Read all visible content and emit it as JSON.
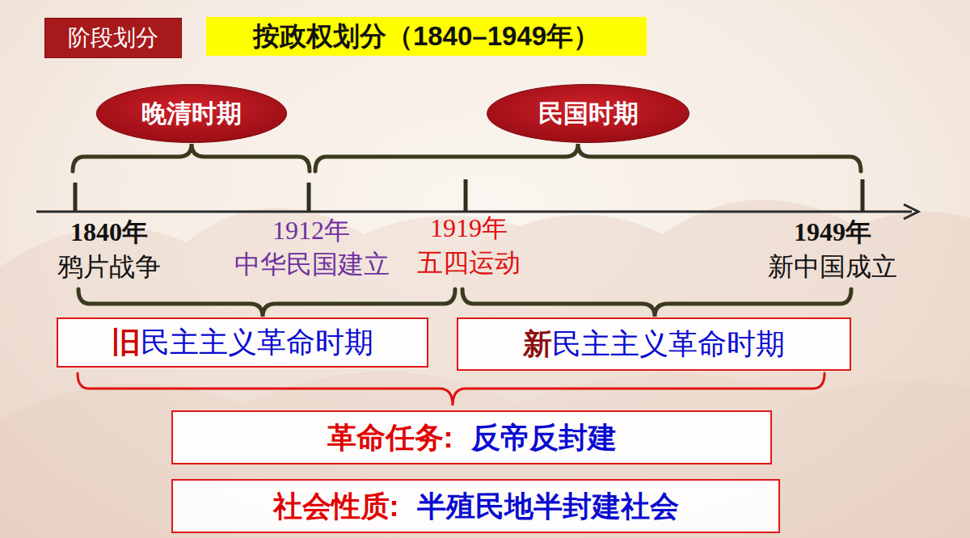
{
  "diagram": {
    "nodes": [
      {
        "text": [
          "阶段划分"
        ]
      },
      {
        "text": [
          "按政权划分（1840–1949年）"
        ]
      },
      {
        "text": [
          "晚清时期"
        ]
      },
      {
        "text": [
          "民国时期"
        ]
      },
      {
        "text": [
          "旧民主主义革命时期"
        ]
      },
      {
        "text": [
          "新民主主义革命时期"
        ]
      },
      {
        "text": [
          "革命任务:",
          "反帝反封建"
        ]
      },
      {
        "text": [
          "社会性质:",
          "半殖民地半封建社会"
        ]
      }
    ],
    "labels": [
      "1840年",
      "鸦片战争",
      "1912年",
      "中华民国建立",
      "1919年",
      "五四运动",
      "1949年",
      "新中国成立"
    ]
  }
}
